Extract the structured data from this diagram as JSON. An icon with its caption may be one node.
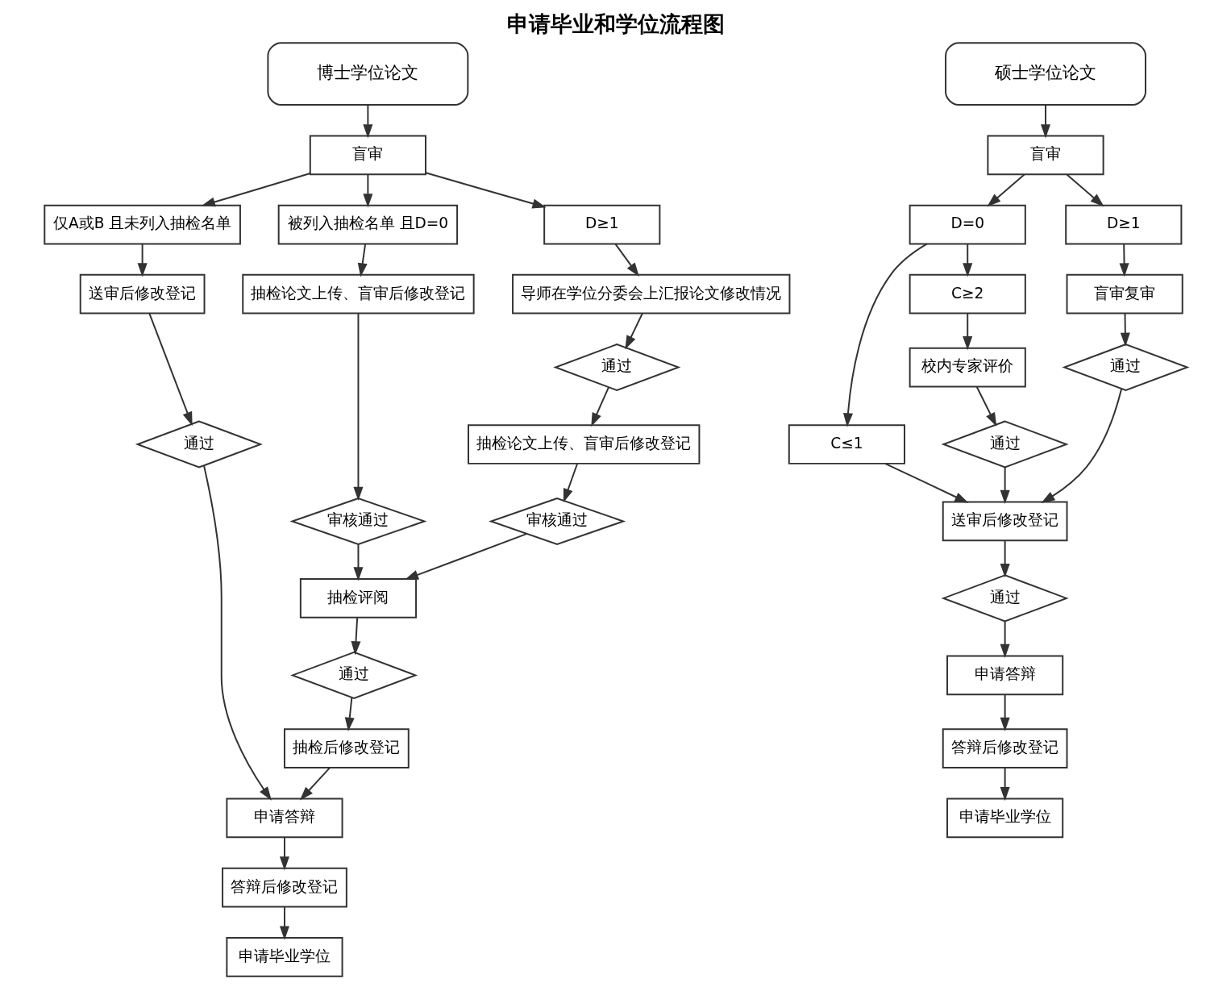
{
  "diagram": {
    "title": "申请毕业和学位流程图",
    "nodes": [
      {
        "text": [
          "博士学位论文"
        ]
      },
      {
        "text": [
          "盲审"
        ]
      },
      {
        "text": [
          "仅A或B 且未列入抽检名单"
        ]
      },
      {
        "text": [
          "被列入抽检名单 且D=0"
        ]
      },
      {
        "text": [
          "D≥1"
        ]
      },
      {
        "text": [
          "导师在学位分委会上汇报论文修改情况"
        ]
      },
      {
        "text": [
          "送审后修改登记"
        ]
      },
      {
        "text": [
          "抽检论文上传、盲审后修改登记"
        ]
      },
      {
        "text": [
          "通过"
        ]
      },
      {
        "text": [
          "抽检论文上传、盲审后修改登记"
        ]
      },
      {
        "text": [
          "审核通过"
        ]
      },
      {
        "text": [
          "审核通过"
        ]
      },
      {
        "text": [
          "通过"
        ]
      },
      {
        "text": [
          "抽检评阅"
        ]
      },
      {
        "text": [
          "通过"
        ]
      },
      {
        "text": [
          "抽检后修改登记"
        ]
      },
      {
        "text": [
          "申请答辩"
        ]
      },
      {
        "text": [
          "答辩后修改登记"
        ]
      },
      {
        "text": [
          "申请毕业学位"
        ]
      },
      {
        "text": [
          "硕士学位论文"
        ]
      },
      {
        "text": [
          "盲审"
        ]
      },
      {
        "text": [
          "D=0"
        ]
      },
      {
        "text": [
          "D≥1"
        ]
      },
      {
        "text": [
          "C≤1"
        ]
      },
      {
        "text": [
          "C≥2"
        ]
      },
      {
        "text": [
          "盲审复审"
        ]
      },
      {
        "text": [
          "校内专家评价"
        ]
      },
      {
        "text": [
          "通过"
        ]
      },
      {
        "text": [
          "通过"
        ]
      },
      {
        "text": [
          "送审后修改登记"
        ]
      },
      {
        "text": [
          "通过"
        ]
      },
      {
        "text": [
          "申请答辩"
        ]
      },
      {
        "text": [
          "答辩后修改登记"
        ]
      },
      {
        "text": [
          "申请毕业学位"
        ]
      }
    ],
    "edges": [
      {
        "from": 0,
        "to": 1,
        "arrow": "to"
      },
      {
        "from": 1,
        "to": 2,
        "arrow": "to"
      },
      {
        "from": 1,
        "to": 3,
        "arrow": "to"
      },
      {
        "from": 1,
        "to": 4,
        "arrow": "to"
      },
      {
        "from": 2,
        "to": 6,
        "arrow": "to"
      },
      {
        "from": 3,
        "to": 7,
        "arrow": "to"
      },
      {
        "from": 4,
        "to": 5,
        "arrow": "to"
      },
      {
        "from": 5,
        "to": 8,
        "arrow": "to"
      },
      {
        "from": 7,
        "to": 10,
        "arrow": "to"
      },
      {
        "from": 8,
        "to": 9,
        "arrow": "to"
      },
      {
        "from": 6,
        "to": 12,
        "arrow": "to"
      },
      {
        "from": 9,
        "to": 11,
        "arrow": "to"
      },
      {
        "from": 10,
        "to": 13,
        "arrow": "to"
      },
      {
        "from": 11,
        "to": 13,
        "arrow": "to"
      },
      {
        "from": 13,
        "to": 14,
        "arrow": "to"
      },
      {
        "from": 14,
        "to": 15,
        "arrow": "to"
      },
      {
        "from": 15,
        "to": 16,
        "arrow": "to"
      },
      {
        "from": 12,
        "to": 16,
        "arrow": "to"
      },
      {
        "from": 16,
        "to": 17,
        "arrow": "to"
      },
      {
        "from": 17,
        "to": 18,
        "arrow": "to"
      },
      {
        "from": 19,
        "to": 20,
        "arrow": "to"
      },
      {
        "from": 20,
        "to": 21,
        "arrow": "to"
      },
      {
        "from": 20,
        "to": 22,
        "arrow": "to"
      },
      {
        "from": 21,
        "to": 23,
        "arrow": "to"
      },
      {
        "from": 21,
        "to": 24,
        "arrow": "to"
      },
      {
        "from": 22,
        "to": 25,
        "arrow": "to"
      },
      {
        "from": 24,
        "to": 26,
        "arrow": "to"
      },
      {
        "from": 26,
        "to": 27,
        "arrow": "to"
      },
      {
        "from": 25,
        "to": 28,
        "arrow": "to"
      },
      {
        "from": 23,
        "to": 29,
        "arrow": "to"
      },
      {
        "from": 27,
        "to": 29,
        "arrow": "to"
      },
      {
        "from": 28,
        "to": 29,
        "arrow": "to"
      },
      {
        "from": 29,
        "to": 30,
        "arrow": "to"
      },
      {
        "from": 30,
        "to": 31,
        "arrow": "to"
      },
      {
        "from": 31,
        "to": 32,
        "arrow": "to"
      },
      {
        "from": 32,
        "to": 33,
        "arrow": "to"
      }
    ]
  }
}
